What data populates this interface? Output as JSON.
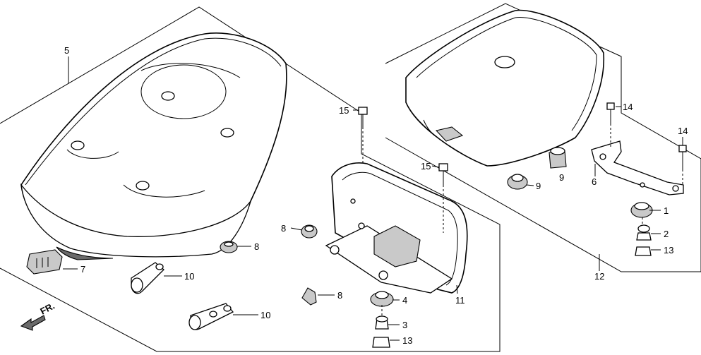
{
  "labels": {
    "p1": "1",
    "p2": "2",
    "p3": "3",
    "p4": "4",
    "p5": "5",
    "p6": "6",
    "p7": "7",
    "p8a": "8",
    "p8b": "8",
    "p8c": "8",
    "p9a": "9",
    "p9b": "9",
    "p10a": "10",
    "p10b": "10",
    "p11": "11",
    "p12": "12",
    "p13a": "13",
    "p13b": "13",
    "p14a": "14",
    "p14b": "14",
    "p15a": "15",
    "p15b": "15"
  },
  "front_marker": "FR."
}
